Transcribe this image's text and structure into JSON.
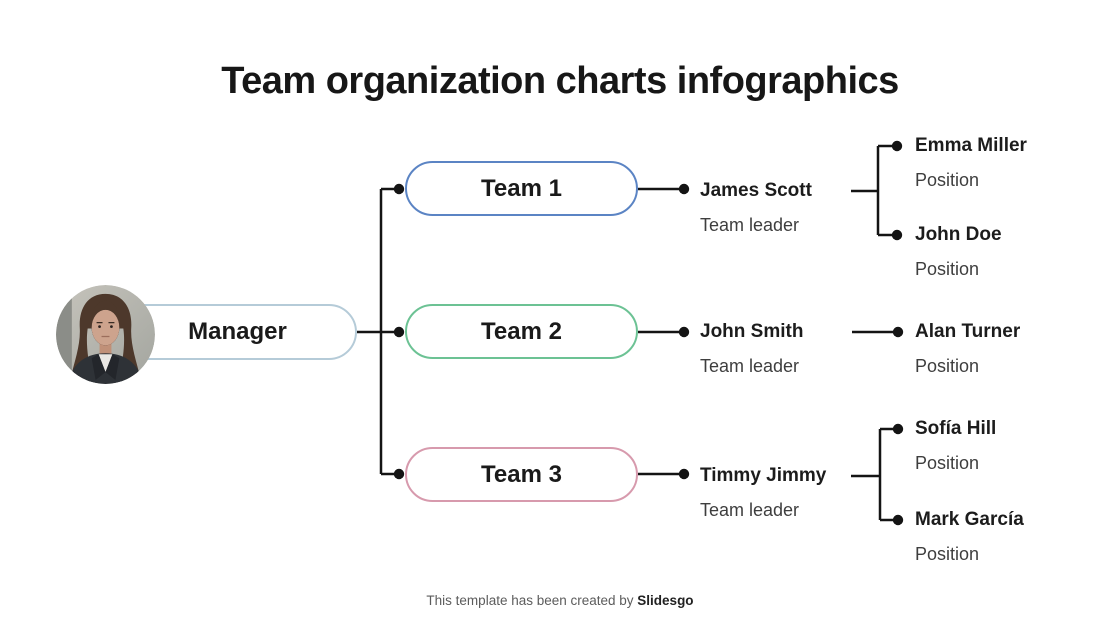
{
  "slide": {
    "title": "Team organization charts infographics",
    "footer_text": "This template has been created by ",
    "footer_brand": "Slidesgo"
  },
  "colors": {
    "connector": "#141414",
    "manager_border": "#b5cbd8"
  },
  "manager": {
    "label": "Manager",
    "avatar_alt": "Portrait photo of a woman with brown wavy hair wearing a dark blazer"
  },
  "teams": [
    {
      "label": "Team 1",
      "border_color": "#5b84c4",
      "leader": {
        "name": "James Scott",
        "role": "Team leader"
      },
      "members": [
        {
          "name": "Emma Miller",
          "role": "Position"
        },
        {
          "name": "John Doe",
          "role": "Position"
        }
      ]
    },
    {
      "label": "Team 2",
      "border_color": "#6cc294",
      "leader": {
        "name": "John Smith",
        "role": "Team leader"
      },
      "members": [
        {
          "name": "Alan Turner",
          "role": "Position"
        }
      ]
    },
    {
      "label": "Team 3",
      "border_color": "#d79aad",
      "leader": {
        "name": "Timmy Jimmy",
        "role": "Team leader"
      },
      "members": [
        {
          "name": "Sofía Hill",
          "role": "Position"
        },
        {
          "name": "Mark García",
          "role": "Position"
        }
      ]
    }
  ]
}
